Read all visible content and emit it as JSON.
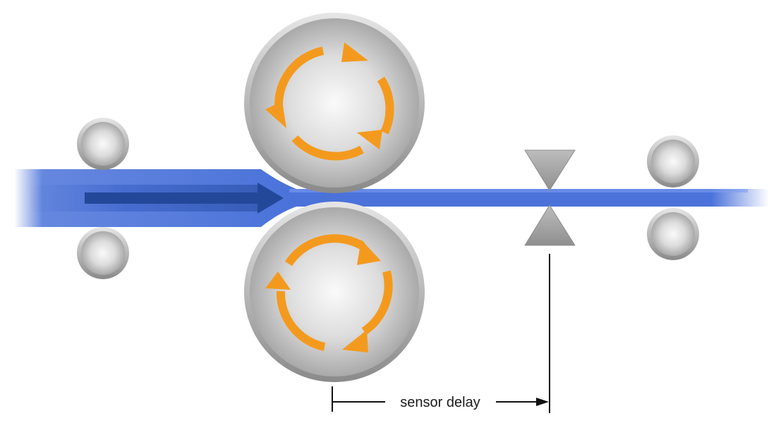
{
  "diagram": {
    "dimension_label": "sensor delay",
    "colors": {
      "strip": "#4a72d9",
      "strip_highlight": "#7d9cf0",
      "direction_arrow": "#23489a",
      "rotation_arrows": "#f39a1e",
      "roller_metal": "#c9c9c9",
      "sensor": "#a7a7a7",
      "dimension_line": "#111111"
    },
    "icons": {
      "rolls": "rotating-metal-roll",
      "rotation": "circular-arrow",
      "sensor": "thickness-sensor-triangles"
    }
  }
}
